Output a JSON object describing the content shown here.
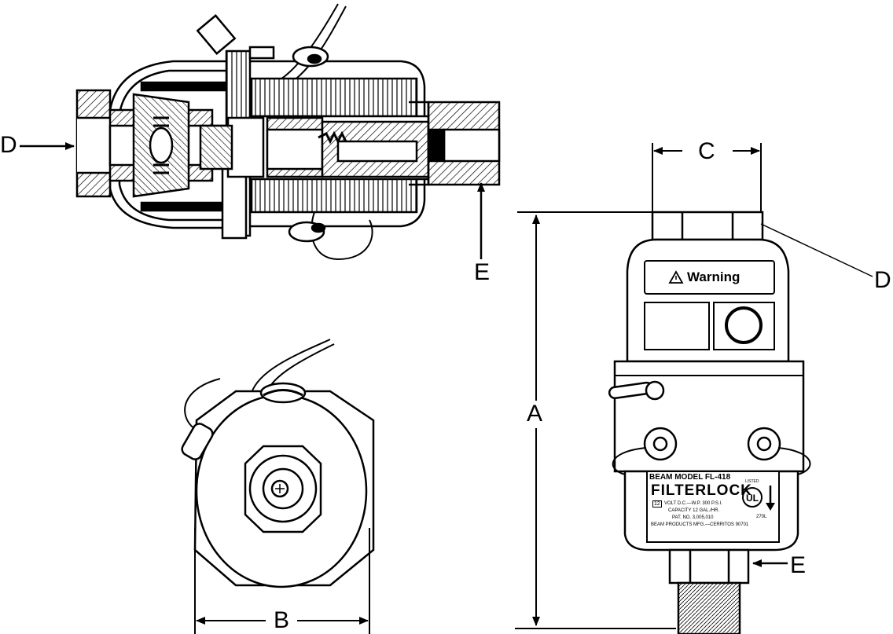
{
  "callouts": {
    "A": "A",
    "B": "B",
    "C": "C",
    "D_left": "D",
    "D_right": "D",
    "E_top": "E",
    "E_right": "E"
  },
  "front_view": {
    "warning_label": "Warning",
    "warning_symbol": "warning-triangle-icon",
    "nameplate": {
      "model": "BEAM MODEL FL-418",
      "brand": "FILTERLOCK",
      "listed": "LISTED",
      "line1": "VOLT D.C.—W.P. 300 P.S.I.",
      "line2": "CAPACITY 12 GAL./HR.",
      "line3": "PAT. NO. 3,005,010",
      "line4": "BEAM PRODUCTS MFG.—CERRITOS 90701",
      "volt_value": "12",
      "code": "270L"
    }
  }
}
